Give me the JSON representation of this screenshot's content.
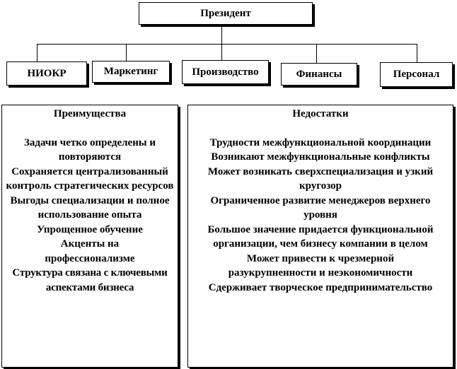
{
  "president": "Президент",
  "departments": [
    "НИОКР",
    "Маркетинг",
    "Производство",
    "Финансы",
    "Персонал"
  ],
  "advantages": {
    "title": "Преимущества",
    "items": [
      "Задачи четко определены и повторяются",
      "Сохраняется централизованный контроль стратегических ресурсов",
      "Выгоды специализации и полное использование опыта",
      "Упрощенное обучение",
      "Акценты на профессионализме",
      "Структура связана с ключевыми аспектами бизнеса"
    ]
  },
  "disadvantages": {
    "title": "Недостатки",
    "items": [
      "Трудности межфункциональной координации",
      "Возникают межфункциональные конфликты",
      "Может возникать сверхспециализация и узкий кругозор",
      "Ограниченное развитие менеджеров верхнего уровня",
      "Большое значение придается функциональной организации, чем бизнесу компании в целом",
      "Может привести к чрезмерной разукрупненности и неэкономичности",
      "Сдерживает творческое предпринимательство"
    ]
  }
}
